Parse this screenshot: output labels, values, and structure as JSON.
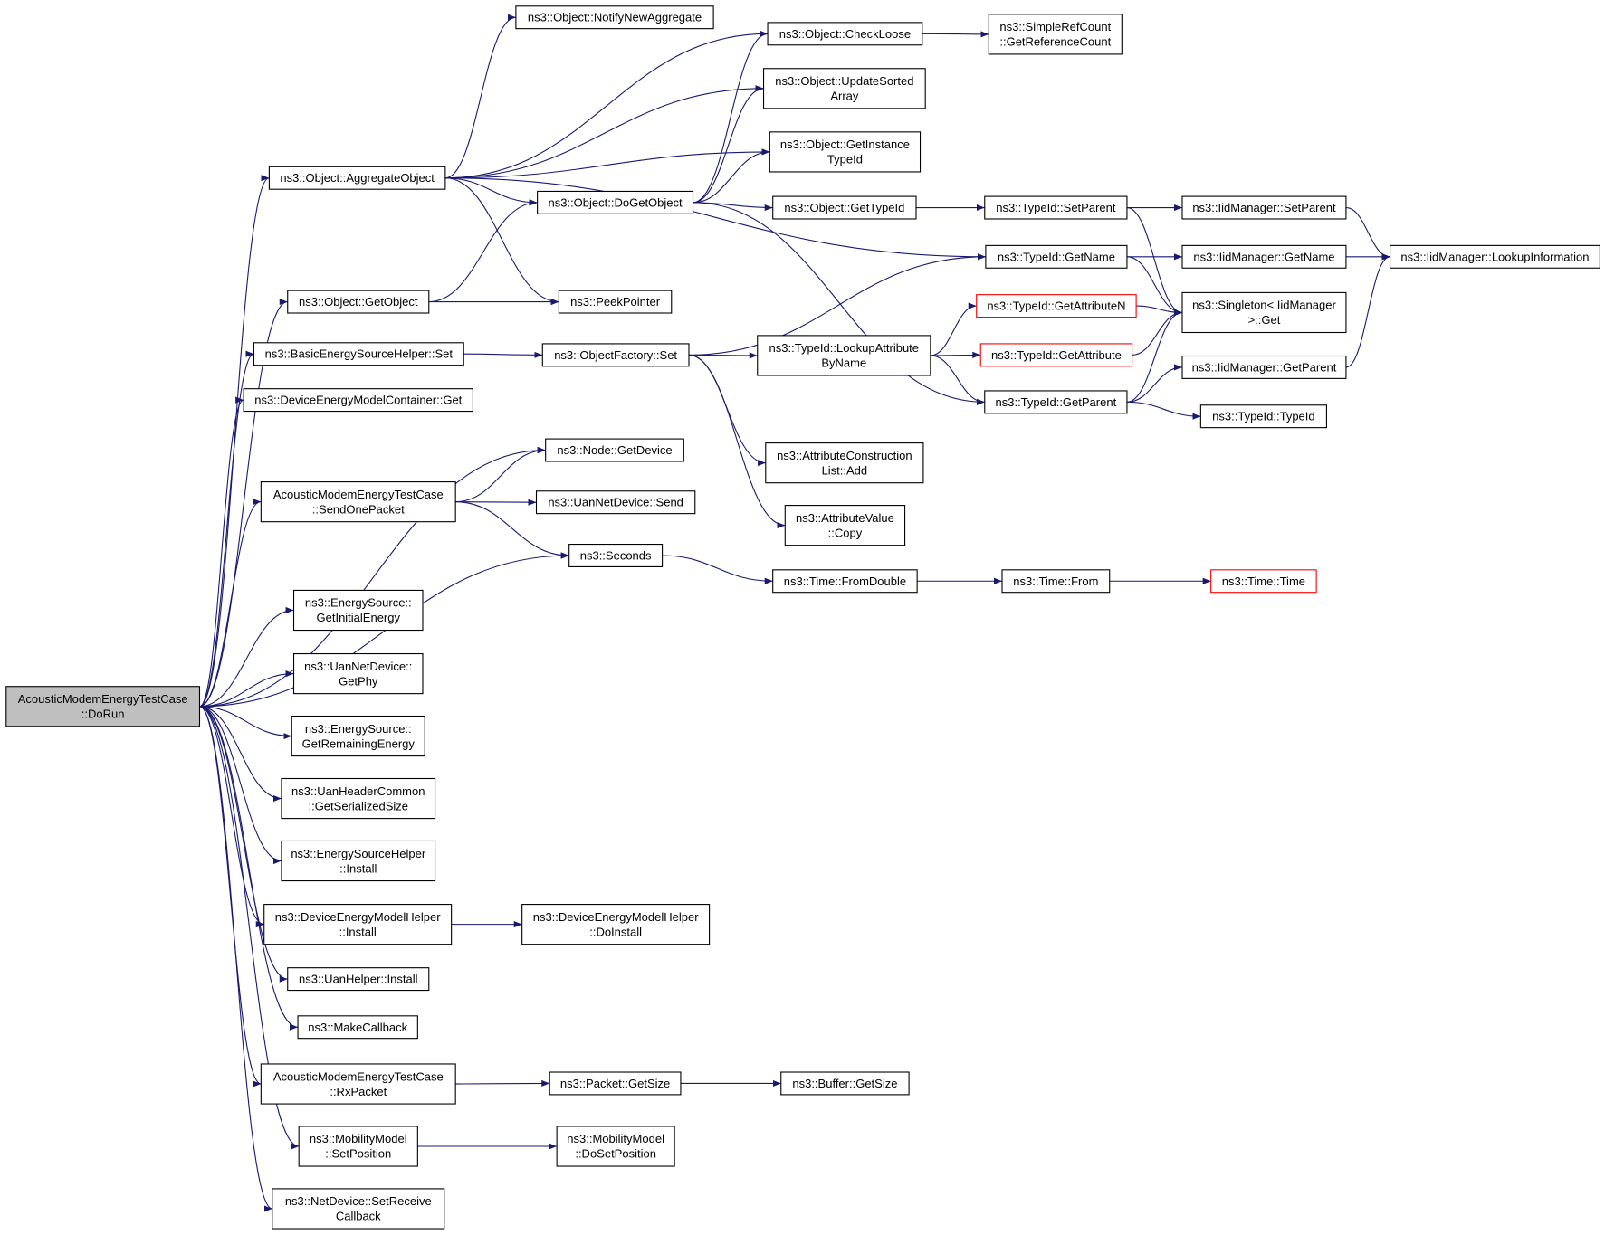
{
  "diagram": {
    "colors": {
      "edge": "#191970",
      "root_fill": "#bfbfbf",
      "truncated_border": "#ff0000",
      "node_border": "#000000"
    },
    "nodes": [
      {
        "id": "dorun",
        "lines": [
          "AcousticModemEnergyTestCase",
          "::DoRun"
        ],
        "style": "root"
      },
      {
        "id": "aggregate",
        "lines": [
          "ns3::Object::AggregateObject"
        ]
      },
      {
        "id": "notify",
        "lines": [
          "ns3::Object::NotifyNewAggregate"
        ]
      },
      {
        "id": "checkloose",
        "lines": [
          "ns3::Object::CheckLoose"
        ]
      },
      {
        "id": "refcount",
        "lines": [
          "ns3::SimpleRefCount",
          "::GetReferenceCount"
        ]
      },
      {
        "id": "updatesorted",
        "lines": [
          "ns3::Object::UpdateSorted",
          "Array"
        ]
      },
      {
        "id": "getinstance",
        "lines": [
          "ns3::Object::GetInstance",
          "TypeId"
        ]
      },
      {
        "id": "dogetobject",
        "lines": [
          "ns3::Object::DoGetObject"
        ]
      },
      {
        "id": "objgettypeid",
        "lines": [
          "ns3::Object::GetTypeId"
        ]
      },
      {
        "id": "tidsetparent",
        "lines": [
          "ns3::TypeId::SetParent"
        ]
      },
      {
        "id": "iidsetparent",
        "lines": [
          "ns3::IidManager::SetParent"
        ]
      },
      {
        "id": "lookupinfo",
        "lines": [
          "ns3::IidManager::LookupInformation"
        ]
      },
      {
        "id": "tidgetname",
        "lines": [
          "ns3::TypeId::GetName"
        ]
      },
      {
        "id": "iidgetname",
        "lines": [
          "ns3::IidManager::GetName"
        ]
      },
      {
        "id": "getobject",
        "lines": [
          "ns3::Object::GetObject"
        ]
      },
      {
        "id": "peekpointer",
        "lines": [
          "ns3::PeekPointer"
        ]
      },
      {
        "id": "basicset",
        "lines": [
          "ns3::BasicEnergySourceHelper::Set"
        ]
      },
      {
        "id": "factoryset",
        "lines": [
          "ns3::ObjectFactory::Set"
        ]
      },
      {
        "id": "lookupattr",
        "lines": [
          "ns3::TypeId::LookupAttribute",
          "ByName"
        ]
      },
      {
        "id": "getattrn",
        "lines": [
          "ns3::TypeId::GetAttributeN"
        ],
        "style": "truncated"
      },
      {
        "id": "getattr",
        "lines": [
          "ns3::TypeId::GetAttribute"
        ],
        "style": "truncated"
      },
      {
        "id": "singleton",
        "lines": [
          "ns3::Singleton< IidManager",
          ">::Get"
        ]
      },
      {
        "id": "iidgetparent",
        "lines": [
          "ns3::IidManager::GetParent"
        ]
      },
      {
        "id": "tidgetparent",
        "lines": [
          "ns3::TypeId::GetParent"
        ]
      },
      {
        "id": "tidtypeid",
        "lines": [
          "ns3::TypeId::TypeId"
        ]
      },
      {
        "id": "devcontget",
        "lines": [
          "ns3::DeviceEnergyModelContainer::Get"
        ]
      },
      {
        "id": "attrlistadd",
        "lines": [
          "ns3::AttributeConstruction",
          "List::Add"
        ]
      },
      {
        "id": "nodegetdevice",
        "lines": [
          "ns3::Node::GetDevice"
        ]
      },
      {
        "id": "sendone",
        "lines": [
          "AcousticModemEnergyTestCase",
          "::SendOnePacket"
        ]
      },
      {
        "id": "uansend",
        "lines": [
          "ns3::UanNetDevice::Send"
        ]
      },
      {
        "id": "attrcopy",
        "lines": [
          "ns3::AttributeValue",
          "::Copy"
        ]
      },
      {
        "id": "seconds",
        "lines": [
          "ns3::Seconds"
        ]
      },
      {
        "id": "fromdouble",
        "lines": [
          "ns3::Time::FromDouble"
        ]
      },
      {
        "id": "timefrom",
        "lines": [
          "ns3::Time::From"
        ]
      },
      {
        "id": "timetime",
        "lines": [
          "ns3::Time::Time"
        ],
        "style": "truncated"
      },
      {
        "id": "getinitial",
        "lines": [
          "ns3::EnergySource::",
          "GetInitialEnergy"
        ]
      },
      {
        "id": "getphy",
        "lines": [
          "ns3::UanNetDevice::",
          "GetPhy"
        ]
      },
      {
        "id": "getremaining",
        "lines": [
          "ns3::EnergySource::",
          "GetRemainingEnergy"
        ]
      },
      {
        "id": "serialized",
        "lines": [
          "ns3::UanHeaderCommon",
          "::GetSerializedSize"
        ]
      },
      {
        "id": "eshinstall",
        "lines": [
          "ns3::EnergySourceHelper",
          "::Install"
        ]
      },
      {
        "id": "demhinstall",
        "lines": [
          "ns3::DeviceEnergyModelHelper",
          "::Install"
        ]
      },
      {
        "id": "demhdoinstall",
        "lines": [
          "ns3::DeviceEnergyModelHelper",
          "::DoInstall"
        ]
      },
      {
        "id": "uaninstall",
        "lines": [
          "ns3::UanHelper::Install"
        ]
      },
      {
        "id": "makecallback",
        "lines": [
          "ns3::MakeCallback"
        ]
      },
      {
        "id": "rxpacket",
        "lines": [
          "AcousticModemEnergyTestCase",
          "::RxPacket"
        ]
      },
      {
        "id": "packetgetsize",
        "lines": [
          "ns3::Packet::GetSize"
        ]
      },
      {
        "id": "buffergetsize",
        "lines": [
          "ns3::Buffer::GetSize"
        ]
      },
      {
        "id": "setposition",
        "lines": [
          "ns3::MobilityModel",
          "::SetPosition"
        ]
      },
      {
        "id": "dosetposition",
        "lines": [
          "ns3::MobilityModel",
          "::DoSetPosition"
        ]
      },
      {
        "id": "setreceive",
        "lines": [
          "ns3::NetDevice::SetReceive",
          "Callback"
        ]
      }
    ],
    "edges": [
      [
        "dorun",
        "aggregate"
      ],
      [
        "dorun",
        "getobject"
      ],
      [
        "dorun",
        "basicset"
      ],
      [
        "dorun",
        "devcontget"
      ],
      [
        "dorun",
        "nodegetdevice"
      ],
      [
        "dorun",
        "sendone"
      ],
      [
        "dorun",
        "seconds"
      ],
      [
        "dorun",
        "getinitial"
      ],
      [
        "dorun",
        "getphy"
      ],
      [
        "dorun",
        "getremaining"
      ],
      [
        "dorun",
        "serialized"
      ],
      [
        "dorun",
        "eshinstall"
      ],
      [
        "dorun",
        "demhinstall"
      ],
      [
        "dorun",
        "uaninstall"
      ],
      [
        "dorun",
        "makecallback"
      ],
      [
        "dorun",
        "rxpacket"
      ],
      [
        "dorun",
        "setposition"
      ],
      [
        "dorun",
        "setreceive"
      ],
      [
        "aggregate",
        "notify"
      ],
      [
        "aggregate",
        "checkloose"
      ],
      [
        "aggregate",
        "updatesorted"
      ],
      [
        "aggregate",
        "getinstance"
      ],
      [
        "aggregate",
        "dogetobject"
      ],
      [
        "aggregate",
        "tidgetname"
      ],
      [
        "aggregate",
        "peekpointer"
      ],
      [
        "checkloose",
        "refcount"
      ],
      [
        "dogetobject",
        "checkloose"
      ],
      [
        "dogetobject",
        "updatesorted"
      ],
      [
        "dogetobject",
        "getinstance"
      ],
      [
        "dogetobject",
        "objgettypeid"
      ],
      [
        "dogetobject",
        "tidgetparent"
      ],
      [
        "objgettypeid",
        "tidsetparent"
      ],
      [
        "tidsetparent",
        "iidsetparent"
      ],
      [
        "tidsetparent",
        "singleton"
      ],
      [
        "iidsetparent",
        "lookupinfo"
      ],
      [
        "tidgetname",
        "iidgetname"
      ],
      [
        "tidgetname",
        "singleton"
      ],
      [
        "iidgetname",
        "lookupinfo"
      ],
      [
        "getobject",
        "dogetobject"
      ],
      [
        "getobject",
        "peekpointer"
      ],
      [
        "basicset",
        "factoryset"
      ],
      [
        "factoryset",
        "tidgetname"
      ],
      [
        "factoryset",
        "lookupattr"
      ],
      [
        "factoryset",
        "attrlistadd"
      ],
      [
        "factoryset",
        "attrcopy"
      ],
      [
        "lookupattr",
        "getattrn"
      ],
      [
        "lookupattr",
        "getattr"
      ],
      [
        "lookupattr",
        "tidgetparent"
      ],
      [
        "getattrn",
        "singleton"
      ],
      [
        "getattr",
        "singleton"
      ],
      [
        "tidgetparent",
        "singleton"
      ],
      [
        "tidgetparent",
        "iidgetparent"
      ],
      [
        "tidgetparent",
        "tidtypeid"
      ],
      [
        "iidgetparent",
        "lookupinfo"
      ],
      [
        "sendone",
        "nodegetdevice"
      ],
      [
        "sendone",
        "uansend"
      ],
      [
        "sendone",
        "seconds"
      ],
      [
        "seconds",
        "fromdouble"
      ],
      [
        "fromdouble",
        "timefrom"
      ],
      [
        "timefrom",
        "timetime"
      ],
      [
        "demhinstall",
        "demhdoinstall"
      ],
      [
        "rxpacket",
        "packetgetsize"
      ],
      [
        "packetgetsize",
        "buffergetsize"
      ],
      [
        "setposition",
        "dosetposition"
      ]
    ]
  }
}
